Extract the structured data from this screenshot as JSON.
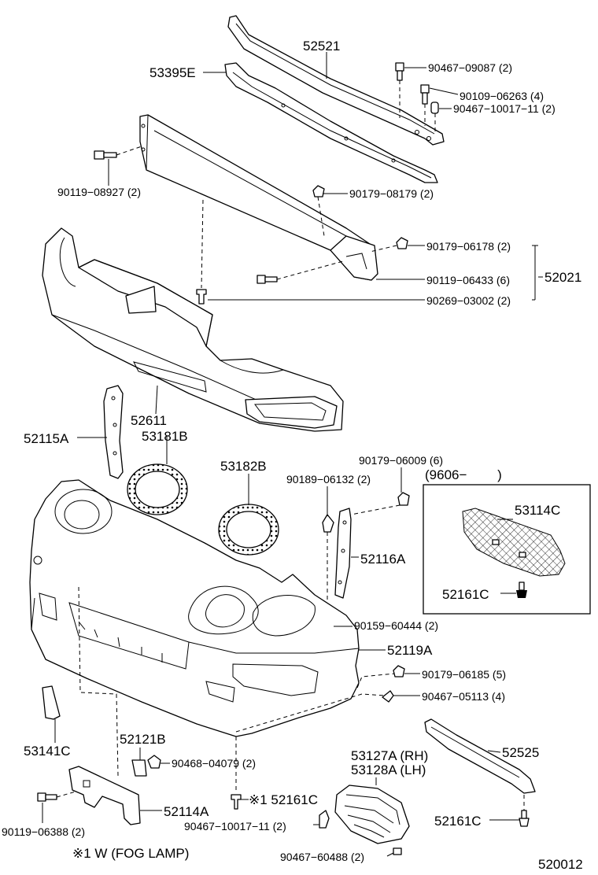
{
  "labels": {
    "p52521": "52521",
    "p53395E": "53395E",
    "p90467_09087": "90467−09087 (2)",
    "p90109_06263": "90109−06263 (4)",
    "p90467_10017_top": "90467−10017−11 (2)",
    "p90119_08927": "90119−08927 (2)",
    "p90179_08179": "90179−08179 (2)",
    "p90179_06178": "90179−06178 (2)",
    "p90119_06433": "90119−06433 (6)",
    "p90269_03002": "90269−03002 (2)",
    "p52021": "52021",
    "p52611": "52611",
    "p52115A": "52115A",
    "p53181B": "53181B",
    "p53182B": "53182B",
    "p90179_06009": "90179−06009 (6)",
    "p90189_06132": "90189−06132 (2)",
    "p9606": "(9606−　　 )",
    "p53114C": "53114C",
    "p52116A": "52116A",
    "p52161C_inset": "52161C",
    "p90159_60444": "90159−60444 (2)",
    "p52119A": "52119A",
    "p90179_06185": "90179−06185 (5)",
    "p90467_05113": "90467−05113 (4)",
    "p53141C": "53141C",
    "p52121B": "52121B",
    "p90468_04079": "90468−04079 (2)",
    "p53127A": "53127A (RH)",
    "p53128A": "53128A (LH)",
    "p52525": "52525",
    "p52114A": "52114A",
    "p52161C_mark": "※1 52161C",
    "p90119_06388": "90119−06388 (2)",
    "p90467_10017_bottom": "90467−10017−11 (2)",
    "p52161C_right": "52161C",
    "p90467_60488": "90467−60488 (2)",
    "footnote": "※1 W (FOG LAMP)",
    "diagram_no": "520012"
  }
}
